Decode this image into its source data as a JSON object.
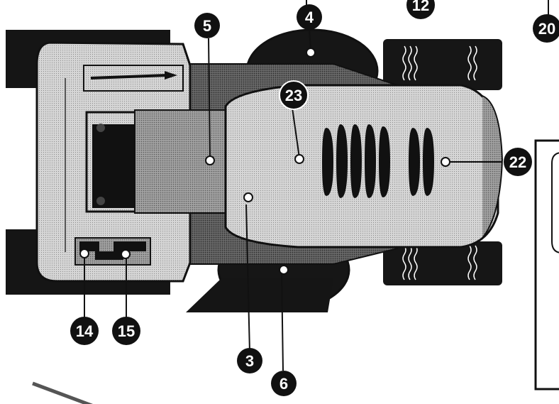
{
  "diagram": {
    "callouts": [
      {
        "id": "c3",
        "label": "3"
      },
      {
        "id": "c4",
        "label": "4"
      },
      {
        "id": "c5",
        "label": "5"
      },
      {
        "id": "c6",
        "label": "6"
      },
      {
        "id": "c12",
        "label": "12"
      },
      {
        "id": "c14",
        "label": "14"
      },
      {
        "id": "c15",
        "label": "15"
      },
      {
        "id": "c20",
        "label": "20"
      },
      {
        "id": "c22",
        "label": "22"
      },
      {
        "id": "c23",
        "label": "23"
      }
    ]
  },
  "colors": {
    "ink": "#111111",
    "light_body": "#cfcfcf",
    "mid_body": "#9a9a9a",
    "dark_body": "#5e5e5e",
    "tire": "#151515"
  }
}
